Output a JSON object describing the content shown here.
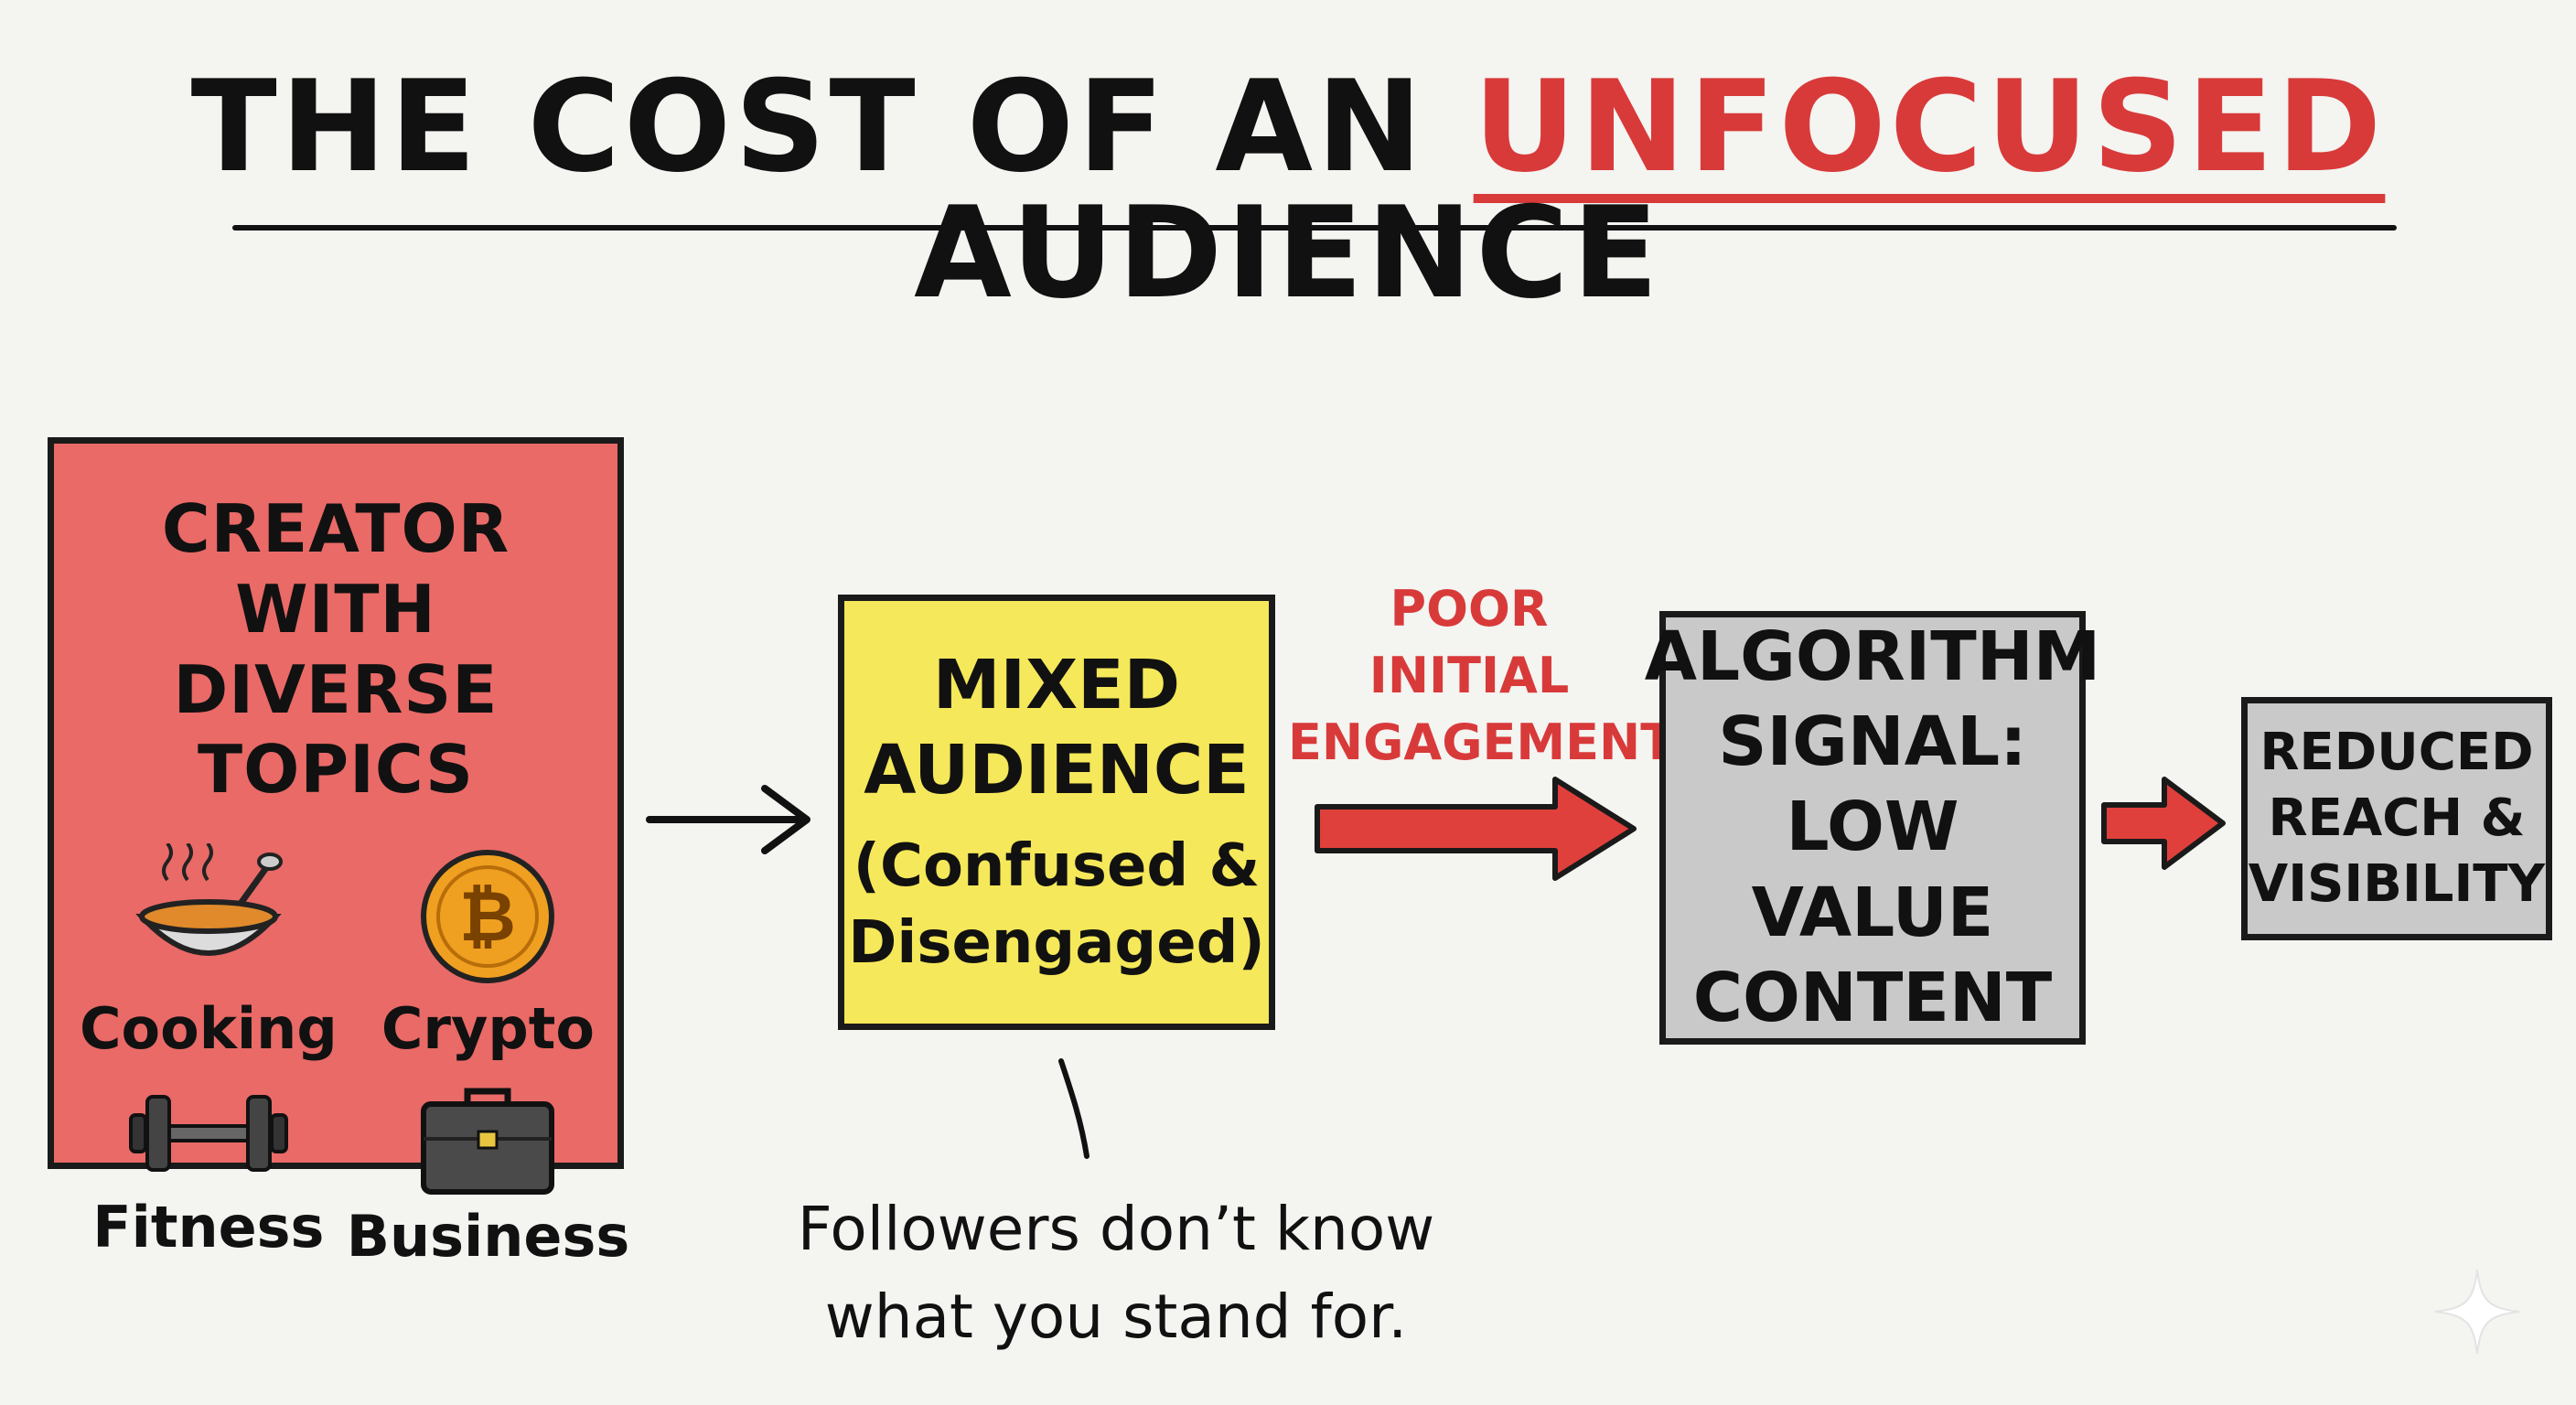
{
  "title": {
    "part1": "THE COST OF AN ",
    "accent": "UNFOCUSED",
    "part2": " AUDIENCE"
  },
  "colors": {
    "accent": "#d83a3a",
    "creator_box": "#e96a67",
    "mixed_box": "#f5e85a",
    "algorithm_box": "#c9c9c9",
    "reduced_box": "#c9c9c9"
  },
  "creator": {
    "line1": "CREATOR WITH",
    "line2": "DIVERSE TOPICS",
    "topics": [
      {
        "label": "Cooking",
        "icon": "soup-bowl-icon"
      },
      {
        "label": "Crypto",
        "icon": "bitcoin-icon"
      },
      {
        "label": "Fitness",
        "icon": "dumbbell-icon"
      },
      {
        "label": "Business",
        "icon": "briefcase-icon"
      }
    ]
  },
  "mixed": {
    "line1": "MIXED",
    "line2": "AUDIENCE",
    "line3": "(Confused &",
    "line4": "Disengaged)"
  },
  "engagement": {
    "line1": "POOR",
    "line2": "INITIAL",
    "line3": "ENGAGEMENT"
  },
  "algorithm": {
    "line1": "ALGORITHM",
    "line2": "SIGNAL:",
    "line3": "LOW VALUE",
    "line4": "CONTENT"
  },
  "reduced": {
    "line1": "REDUCED",
    "line2": "REACH &",
    "line3": "VISIBILITY"
  },
  "note": {
    "line1": "Followers don’t know",
    "line2": "what you stand for."
  }
}
